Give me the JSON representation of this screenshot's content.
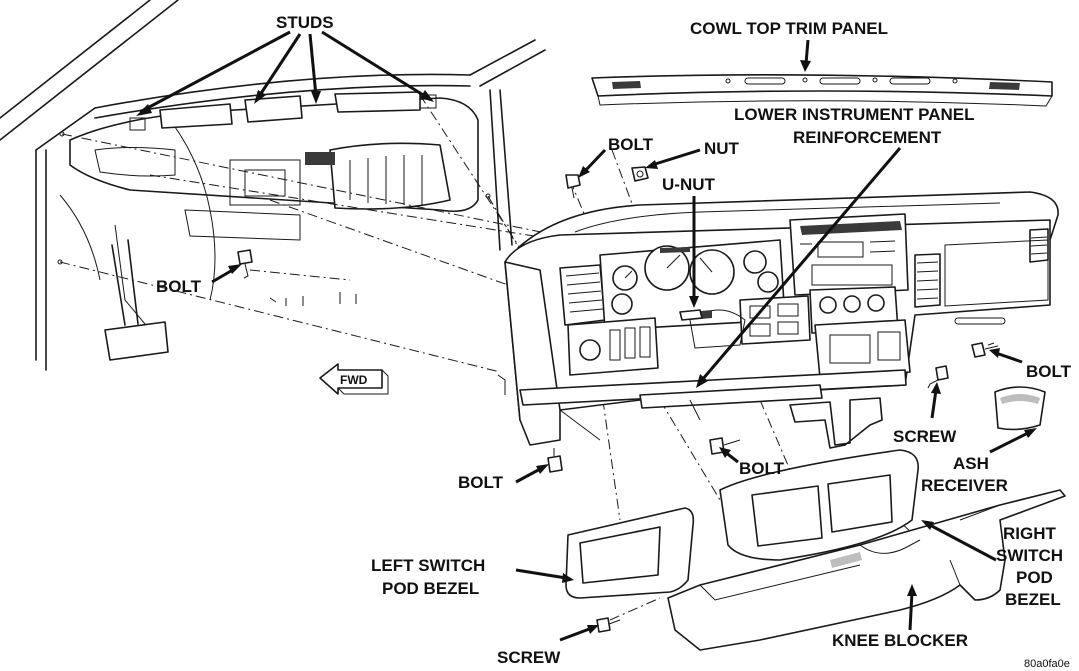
{
  "labels": {
    "studs": "STUDS",
    "cowl_top_trim_panel": "COWL TOP TRIM PANEL",
    "lower_ip_reinforcement_line1": "LOWER INSTRUMENT PANEL",
    "lower_ip_reinforcement_line2": "REINFORCEMENT",
    "bolt_top": "BOLT",
    "nut": "NUT",
    "u_nut": "U-NUT",
    "bolt_left": "BOLT",
    "bolt_right": "BOLT",
    "screw_right": "SCREW",
    "ash_receiver_line1": "ASH",
    "ash_receiver_line2": "RECEIVER",
    "bolt_center": "BOLT",
    "bolt_lower_left": "BOLT",
    "right_switch_pod_bezel_line1": "RIGHT",
    "right_switch_pod_bezel_line2": "SWITCH",
    "right_switch_pod_bezel_line3": "POD",
    "right_switch_pod_bezel_line4": "BEZEL",
    "left_switch_pod_bezel_line1": "LEFT SWITCH",
    "left_switch_pod_bezel_line2": "POD BEZEL",
    "knee_blocker": "KNEE BLOCKER",
    "screw_bottom": "SCREW",
    "fwd": "FWD",
    "figure_code": "80a0fa0e"
  },
  "colors": {
    "ink": "#111111",
    "shade": "#bdbdbd",
    "background": "#ffffff"
  }
}
